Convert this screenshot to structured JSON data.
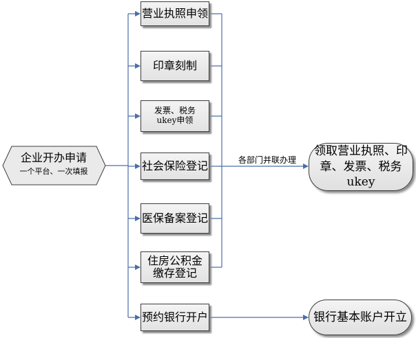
{
  "start": {
    "title": "企业开办申请",
    "subtitle": "一个平台、一次填报"
  },
  "steps": [
    {
      "label": "营业执照申领"
    },
    {
      "label": "印章刻制"
    },
    {
      "label": "发票、税务ukey申领"
    },
    {
      "label": "社会保险登记"
    },
    {
      "label": "医保备案登记"
    },
    {
      "label": "住房公积金缴存登记"
    },
    {
      "label": "预约银行开户"
    }
  ],
  "edge_label": "各部门并联办理",
  "results": [
    {
      "label": "领取营业执照、印章、发票、税务ukey"
    },
    {
      "label": "银行基本账户开立"
    }
  ],
  "colors": {
    "line": "#4a6fa8",
    "box_border": "#3c3c3c",
    "box_fill": "#ececec"
  }
}
